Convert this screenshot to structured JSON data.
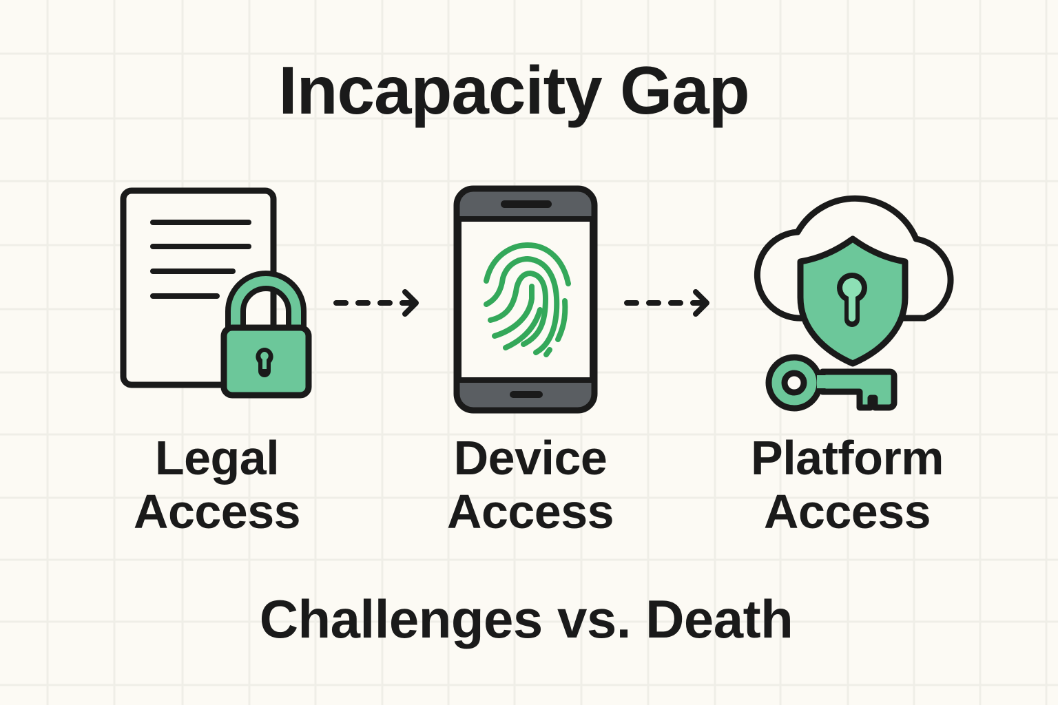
{
  "title": "Incapacity Gap",
  "subtitle": "Challenges vs. Death",
  "steps": [
    {
      "line1": "Legal",
      "line2": "Access",
      "icon": "document-lock-icon"
    },
    {
      "line1": "Device",
      "line2": "Access",
      "icon": "phone-fingerprint-icon"
    },
    {
      "line1": "Platform",
      "line2": "Access",
      "icon": "cloud-shield-key-icon"
    }
  ],
  "connectors": [
    "dashed-arrow-right",
    "dashed-arrow-right"
  ],
  "colors": {
    "background": "#fcfaf4",
    "grid": "#efeee7",
    "ink": "#1a1a1a",
    "accent_green": "#6cc79a",
    "fingerprint_green": "#34a85a",
    "keyhole_light": "#8de0b5",
    "bezel_grey": "#5a5e62"
  }
}
